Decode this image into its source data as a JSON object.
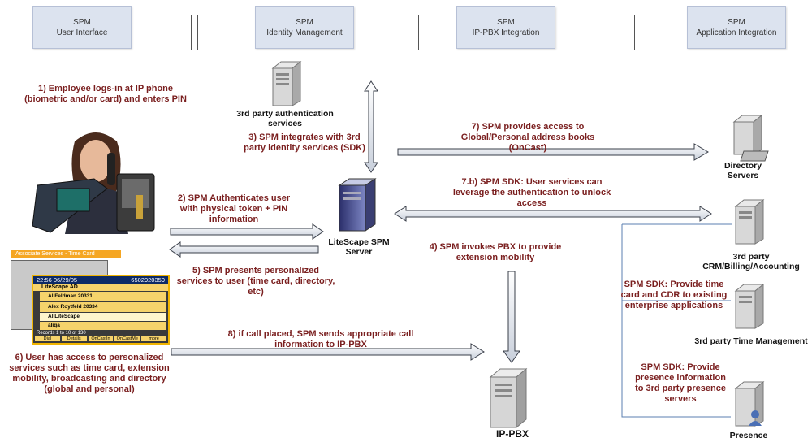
{
  "headers": {
    "ui": {
      "line1": "SPM",
      "line2": "User Interface"
    },
    "identity": {
      "line1": "SPM",
      "line2": "Identity Management"
    },
    "ippbx": {
      "line1": "SPM",
      "line2": "IP-PBX Integration"
    },
    "app": {
      "line1": "SPM",
      "line2": "Application Integration"
    }
  },
  "steps": {
    "s1": "1) Employee logs-in at IP phone (biometric and/or card) and enters PIN",
    "s2": "2) SPM Authenticates user with physical token + PIN information",
    "s3": "3) SPM integrates with 3rd party identity services (SDK)",
    "s4": "4) SPM invokes PBX to provide extension mobility",
    "s5": "5) SPM presents personalized services to user (time card, directory, etc)",
    "s6": "6) User has access to personalized services such as time card, extension mobility, broadcasting and directory (global and personal)",
    "s7": "7) SPM provides access to Global/Personal address books (OnCast)",
    "s7b": "7.b) SPM SDK: User services can leverage the authentication to unlock access",
    "s8": "8) if call placed, SPM sends appropriate call information to IP-PBX",
    "sdk_time": "SPM SDK: Provide time card and CDR to existing enterprise applications",
    "sdk_presence": "SPM SDK: Provide presence information to 3rd party presence servers"
  },
  "nodes": {
    "auth": "3rd party authentication services",
    "litescape": "LiteScape SPM Server",
    "directory": "Directory Servers",
    "crm": "3rd party CRM/Billing/Accounting",
    "timemgmt": "3rd party Time Management",
    "presence": "Presence",
    "ippbx": "IP-PBX"
  },
  "phone_screen": {
    "tab": "Associate Services - Time Card",
    "time": "22:56 06/29/05",
    "number": "6502920359",
    "title": "LiteScape AD",
    "entries": [
      "Al Feldman 20331",
      "Alex Roytfeld 20334",
      "AllLiteScape",
      "aliqa"
    ],
    "records": "Records 1 to 10 of 130",
    "softkeys": [
      "Dial",
      "Details",
      "OnCastIn",
      "OnCastMe",
      "more"
    ]
  }
}
